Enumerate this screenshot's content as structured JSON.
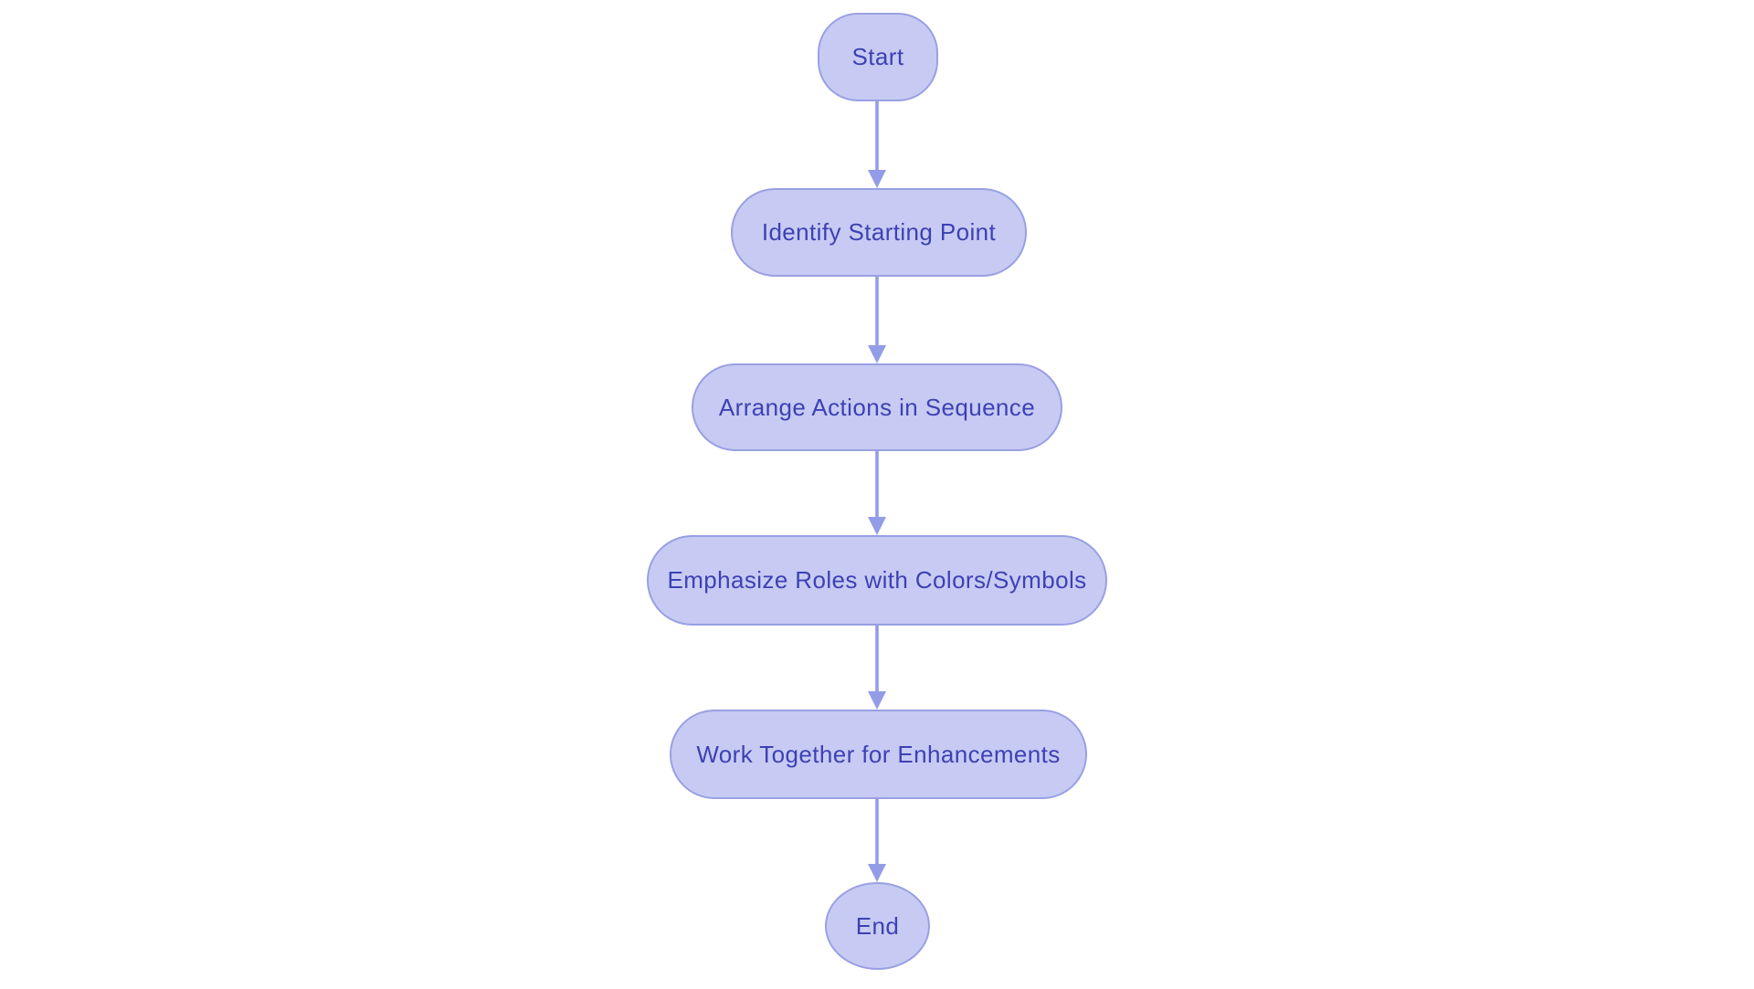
{
  "flowchart": {
    "type": "flowchart",
    "direction": "top-to-bottom",
    "colors": {
      "node_fill": "#c7cbf3",
      "node_border": "#99a0e3",
      "node_text": "#3d41b4",
      "arrow": "#939ce7",
      "background": "#ffffff"
    },
    "nodes": [
      {
        "id": "start",
        "shape": "terminal",
        "label": "Start"
      },
      {
        "id": "identify",
        "shape": "process",
        "label": "Identify Starting Point"
      },
      {
        "id": "arrange",
        "shape": "process",
        "label": "Arrange Actions in Sequence"
      },
      {
        "id": "emphasize",
        "shape": "process",
        "label": "Emphasize Roles with Colors/Symbols"
      },
      {
        "id": "work",
        "shape": "process",
        "label": "Work Together for Enhancements"
      },
      {
        "id": "end",
        "shape": "terminal",
        "label": "End"
      }
    ],
    "edges": [
      {
        "from": "start",
        "to": "identify"
      },
      {
        "from": "identify",
        "to": "arrange"
      },
      {
        "from": "arrange",
        "to": "emphasize"
      },
      {
        "from": "emphasize",
        "to": "work"
      },
      {
        "from": "work",
        "to": "end"
      }
    ]
  }
}
